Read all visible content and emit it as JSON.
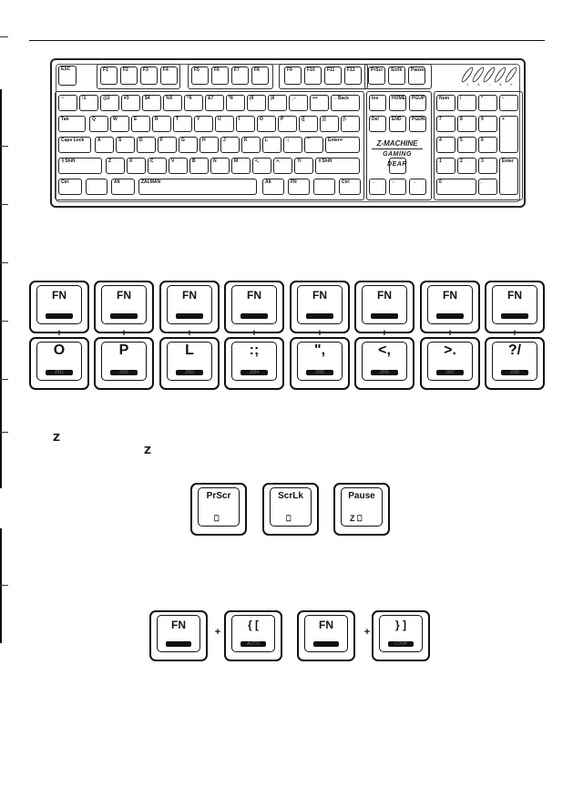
{
  "fn_label": "FN",
  "plus": "+",
  "zm_keys": [
    {
      "legend": "O",
      "sub": "ZM1"
    },
    {
      "legend": "P",
      "sub": "ZM2"
    },
    {
      "legend": "L",
      "sub": "ZM3"
    },
    {
      "legend": ":;",
      "sub": "ZM4"
    },
    {
      "legend": "\",",
      "sub": "ZM5"
    },
    {
      "legend": "<,",
      "sub": "ZM6"
    },
    {
      "legend": ">.",
      "sub": "ZM7"
    },
    {
      "legend": "?/",
      "sub": "ZM8"
    }
  ],
  "z_symbol": "Z",
  "system_keys": [
    {
      "legend": "PrScr",
      "icon": "mouse-icon"
    },
    {
      "legend": "ScrLk",
      "icon": "mouse-icon"
    },
    {
      "legend": "Pause",
      "icon": "z-mouse-icon"
    }
  ],
  "bracket_keys": [
    {
      "legend": "{ [",
      "sub": "AUTO"
    },
    {
      "legend": "} ]",
      "sub": "LOOP"
    }
  ],
  "keyboard": {
    "esc": "ESC",
    "f_row": [
      "F1",
      "F2",
      "F3",
      "F4",
      "F5",
      "F6",
      "F7",
      "F8",
      "F9",
      "F10",
      "F11",
      "F12"
    ],
    "sys": [
      "PrScr",
      "Scrlk",
      "Pause"
    ],
    "num_row": [
      "~`",
      "!1",
      "@2",
      "#3",
      "$4",
      "%5",
      "^6",
      "&7",
      "*8",
      "(9",
      ")0",
      "_-",
      "+="
    ],
    "backspace": "←Back",
    "tab": "Tab",
    "q_row": [
      "Q",
      "W",
      "E",
      "R",
      "T",
      "Y",
      "U",
      "I",
      "O",
      "P",
      "{[",
      "}]",
      "|\\"
    ],
    "caps": "Caps Lock",
    "a_row": [
      "A",
      "S",
      "D",
      "F",
      "G",
      "H",
      "J",
      "K",
      "L",
      ":;",
      "\"'"
    ],
    "enter": "Enter↵",
    "lshift": "⇧Shift",
    "z_row": [
      "Z",
      "X",
      "C",
      "V",
      "B",
      "N",
      "M",
      "<,",
      ">.",
      "?/"
    ],
    "rshift": "⇧Shift",
    "ctrl": "Ctrl",
    "alt": "Alt",
    "space": "ZALMAN",
    "fn": "FN",
    "nav": [
      "Ins",
      "HOME",
      "PGUP",
      "Del",
      "END",
      "PGDN"
    ],
    "arrows": [
      "↑",
      "←",
      "↓",
      "→"
    ],
    "numpad": [
      "Num",
      "/",
      "*",
      "-",
      "7",
      "8",
      "9",
      "+",
      "4",
      "5",
      "6",
      "1",
      "2",
      "3",
      "Enter",
      "0",
      "."
    ],
    "brand": "Z-MACHINE",
    "brand2": "GAMING DEAR",
    "leds": [
      "1",
      "A",
      "↓",
      "B",
      "X"
    ]
  }
}
